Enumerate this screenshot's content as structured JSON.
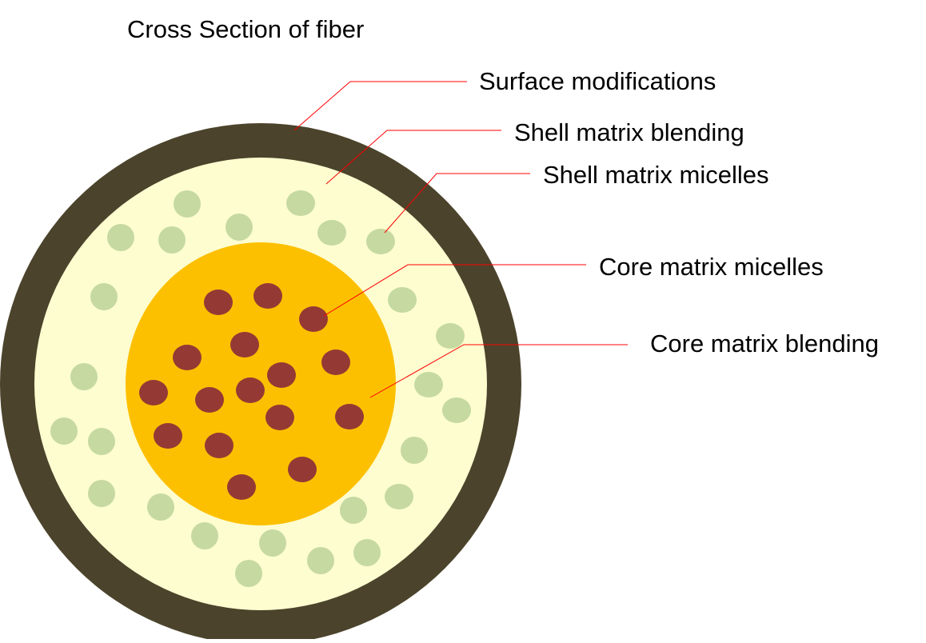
{
  "title": "Cross Section of fiber",
  "labels": {
    "surface": "Surface modifications",
    "shell_blend": "Shell matrix blending",
    "shell_micelles": "Shell matrix micelles",
    "core_micelles": "Core matrix micelles",
    "core_blend": "Core matrix blending"
  },
  "colors": {
    "outer_ring": "#4b432b",
    "shell_matrix": "#fdfdd0",
    "shell_micelle": "#c6d9a1",
    "core_matrix": "#fdc000",
    "core_micelle": "#953935",
    "leader_line": "#ff0000",
    "text": "#000000"
  }
}
